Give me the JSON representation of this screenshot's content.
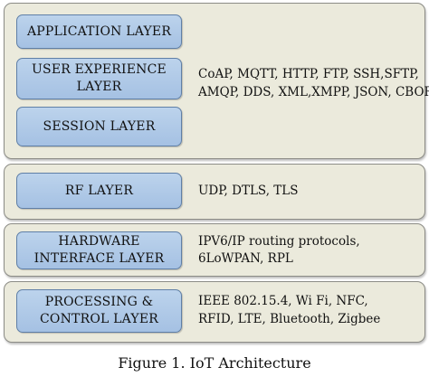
{
  "bands": [
    {
      "layers": [
        "APPLICATION LAYER",
        "USER EXPERIENCE\nLAYER",
        "SESSION LAYER"
      ],
      "protocols": [
        "CoAP, MQTT, HTTP, FTP, SSH,SFTP,",
        "AMQP, DDS, XML,XMPP, JSON, CBOR"
      ]
    },
    {
      "layers": [
        "RF LAYER"
      ],
      "protocols": [
        "UDP, DTLS, TLS"
      ]
    },
    {
      "layers": [
        "HARDWARE\nINTERFACE LAYER"
      ],
      "protocols": [
        "IPV6/IP routing protocols,",
        "6LoWPAN, RPL"
      ]
    },
    {
      "layers": [
        "PROCESSING &\nCONTROL LAYER"
      ],
      "protocols": [
        "IEEE 802.15.4, Wi Fi, NFC,",
        "RFID, LTE, Bluetooth, Zigbee"
      ]
    }
  ],
  "caption": "Figure 1. IoT Architecture"
}
